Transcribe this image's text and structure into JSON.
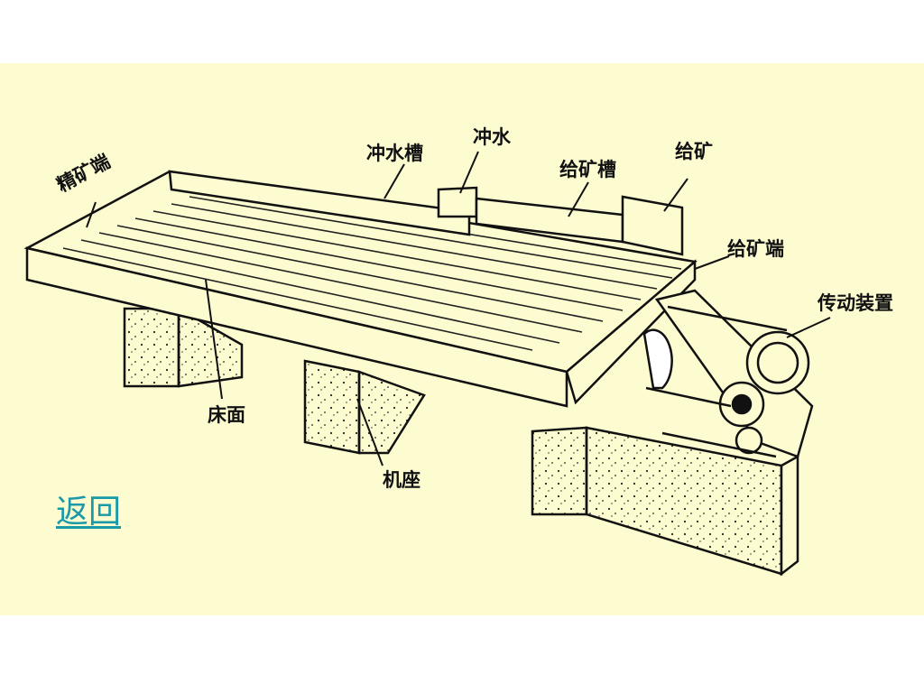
{
  "diagram": {
    "labels": {
      "concentrate_end": "精矿端",
      "flush_trough": "冲水槽",
      "flush_water": "冲水",
      "feed_trough": "给矿槽",
      "feed": "给矿",
      "feed_end": "给矿端",
      "drive_unit": "传动装置",
      "deck_surface": "床面",
      "base": "机座"
    }
  },
  "nav": {
    "back_label": "返回"
  },
  "colors": {
    "paper": "#fdfbd0",
    "ink": "#111111",
    "link": "#1a9aa8"
  }
}
